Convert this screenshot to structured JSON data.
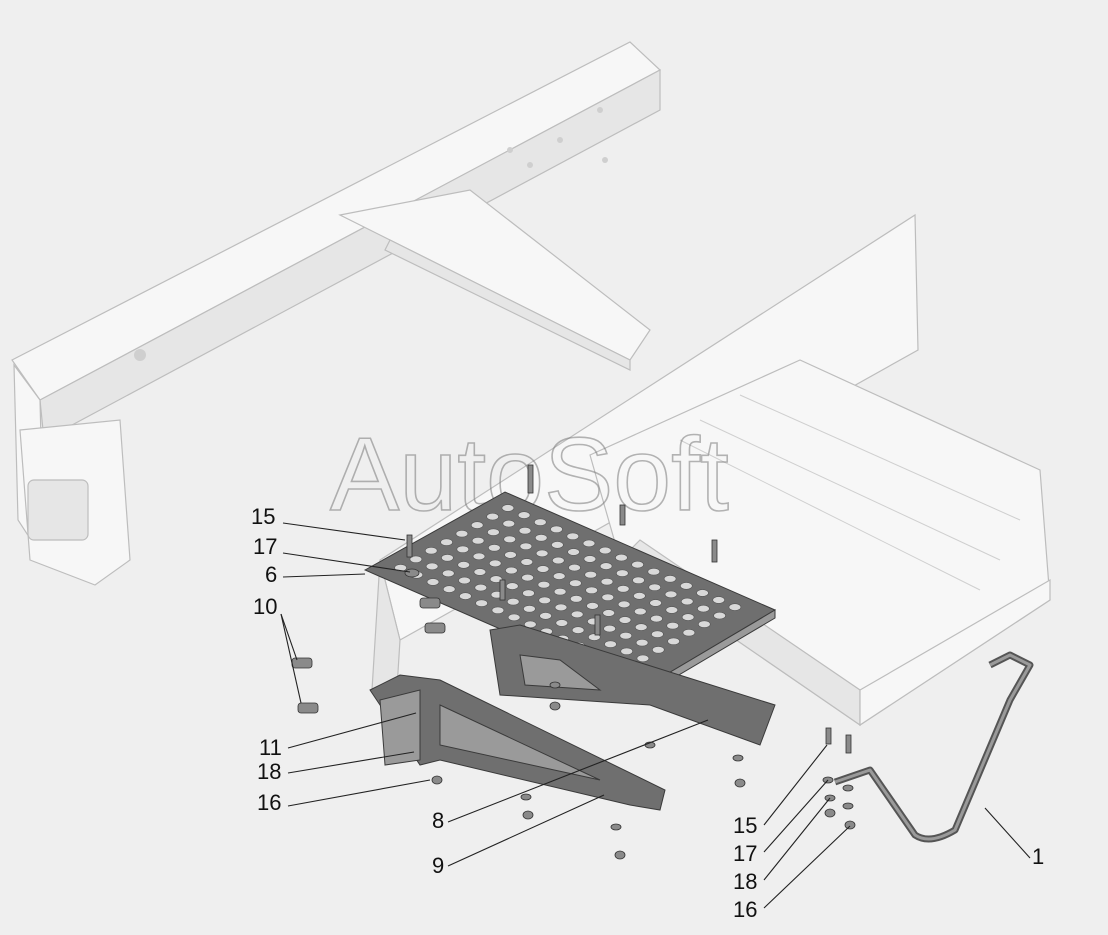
{
  "watermark": "AutoSoft",
  "callouts": {
    "c15a": "15",
    "c17a": "17",
    "c6": "6",
    "c10": "10",
    "c11": "11",
    "c18a": "18",
    "c16a": "16",
    "c8": "8",
    "c9": "9",
    "c15b": "15",
    "c17b": "17",
    "c18b": "18",
    "c16b": "16",
    "c1": "1"
  }
}
